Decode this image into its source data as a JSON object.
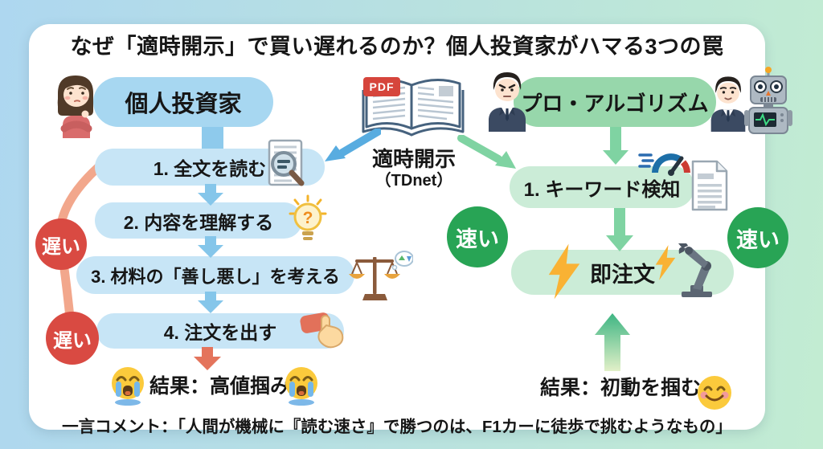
{
  "title": "なぜ「適時開示」で買い遅れるのか？個人投資家がハマる3つの罠",
  "source": {
    "pdf_badge": "PDF",
    "label": "適時開示",
    "sublabel": "（TDnet）"
  },
  "investor": {
    "header": "個人投資家",
    "steps": [
      "1. 全文を読む",
      "2. 内容を理解する",
      "3. 材料の「善し悪し」を考える",
      "4. 注文を出す"
    ],
    "slow_label": "遅い",
    "result": "結果：高値掴み"
  },
  "pro": {
    "header": "プロ・アルゴリズム",
    "step1": "1. キーワード検知",
    "step2": "即注文",
    "fast_label": "速い",
    "result": "結果：初動を掴む"
  },
  "comment": "一言コメント：「人間が機械に『読む速さ』で勝つのは、F1カーに徒歩で挑むようなもの」",
  "icons": {
    "bulb_question": "?"
  },
  "colors": {
    "bg_left": "#aed7f0",
    "bg_right": "#c2ecd2",
    "investor_header_pill": "#a7d7f1",
    "investor_step_pill": "#c7e5f6",
    "pro_header_pill": "#97d7ab",
    "pro_step_pill": "#cbecd7",
    "slow_badge": "#d94a42",
    "fast_badge": "#28a455",
    "slow_arrow": "#e4745c",
    "blue_arrow": "#85c6ea",
    "green_arrow": "#7fd3a2",
    "pdf_red": "#d6453c"
  }
}
